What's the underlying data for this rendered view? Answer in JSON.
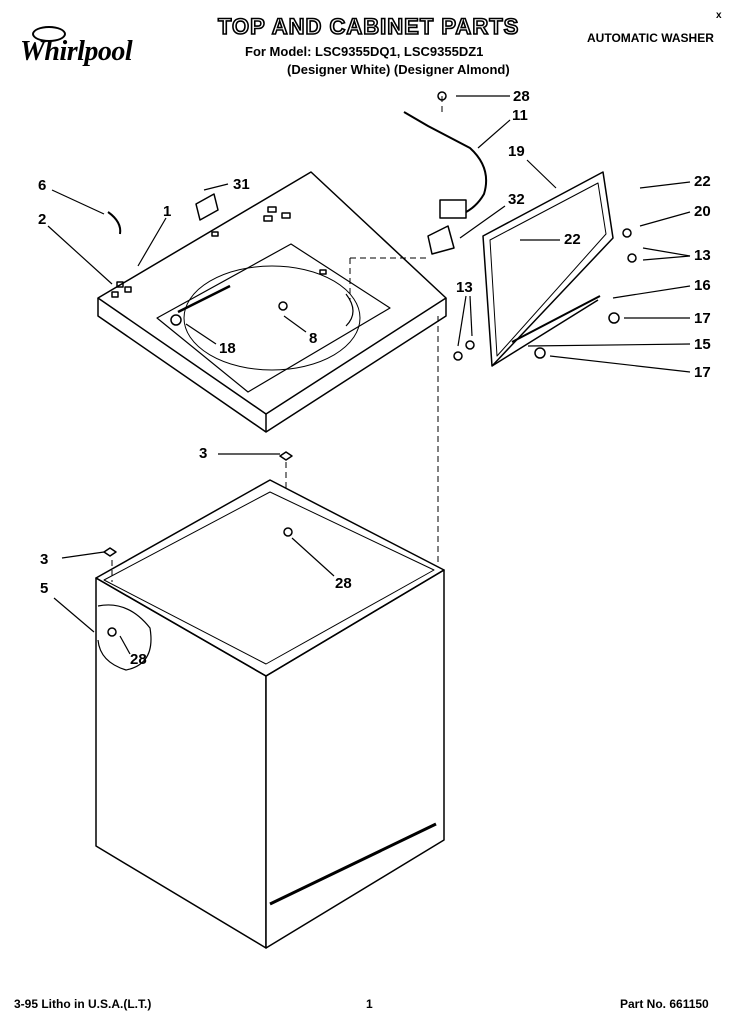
{
  "brand": {
    "logo_text": "Whirlpool"
  },
  "header": {
    "title": "TOP AND CABINET PARTS",
    "models": "For Model: LSC9355DQ1, LSC9355DZ1",
    "variants": "(Designer White)  (Designer Almond)",
    "product_type": "AUTOMATIC WASHER",
    "corner_mark": "x"
  },
  "footer": {
    "litho": "3-95 Litho in U.S.A.(L.T.)",
    "page_number": "1",
    "part_number": "Part No. 661150"
  },
  "callouts": [
    "28",
    "11",
    "19",
    "22",
    "32",
    "20",
    "22",
    "13",
    "16",
    "17",
    "15",
    "17",
    "13",
    "6",
    "31",
    "1",
    "2",
    "8",
    "18",
    "3",
    "28",
    "3",
    "5",
    "28"
  ]
}
